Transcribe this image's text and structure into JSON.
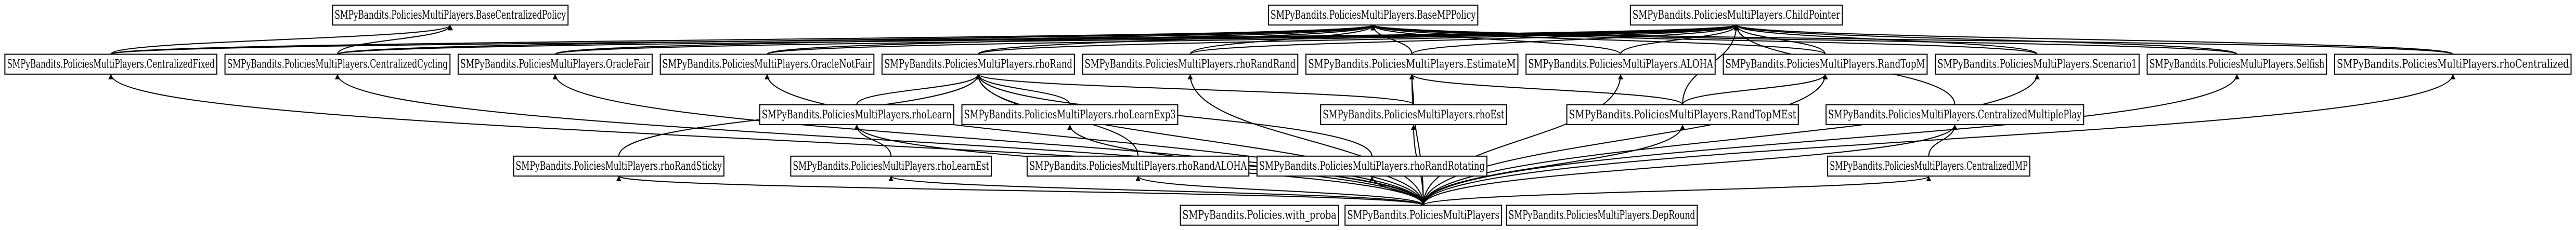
{
  "diagram": {
    "type": "inheritance-graph",
    "nodes": [
      {
        "id": "bcp",
        "label": "SMPyBandits.PoliciesMultiPlayers.BaseCentralizedPolicy"
      },
      {
        "id": "bmp",
        "label": "SMPyBandits.PoliciesMultiPlayers.BaseMPPolicy"
      },
      {
        "id": "cp",
        "label": "SMPyBandits.PoliciesMultiPlayers.ChildPointer"
      },
      {
        "id": "cfixed",
        "label": "SMPyBandits.PoliciesMultiPlayers.CentralizedFixed"
      },
      {
        "id": "ccyc",
        "label": "SMPyBandits.PoliciesMultiPlayers.CentralizedCycling"
      },
      {
        "id": "ofair",
        "label": "SMPyBandits.PoliciesMultiPlayers.OracleFair"
      },
      {
        "id": "onfair",
        "label": "SMPyBandits.PoliciesMultiPlayers.OracleNotFair"
      },
      {
        "id": "rrand",
        "label": "SMPyBandits.PoliciesMultiPlayers.rhoRand"
      },
      {
        "id": "rrrand",
        "label": "SMPyBandits.PoliciesMultiPlayers.rhoRandRand"
      },
      {
        "id": "estm",
        "label": "SMPyBandits.PoliciesMultiPlayers.EstimateM"
      },
      {
        "id": "aloha",
        "label": "SMPyBandits.PoliciesMultiPlayers.ALOHA"
      },
      {
        "id": "rtopm",
        "label": "SMPyBandits.PoliciesMultiPlayers.RandTopM"
      },
      {
        "id": "scen1",
        "label": "SMPyBandits.PoliciesMultiPlayers.Scenario1"
      },
      {
        "id": "selfish",
        "label": "SMPyBandits.PoliciesMultiPlayers.Selfish"
      },
      {
        "id": "rcent",
        "label": "SMPyBandits.PoliciesMultiPlayers.rhoCentralized"
      },
      {
        "id": "rlearn",
        "label": "SMPyBandits.PoliciesMultiPlayers.rhoLearn"
      },
      {
        "id": "rlexp3",
        "label": "SMPyBandits.PoliciesMultiPlayers.rhoLearnExp3"
      },
      {
        "id": "rest",
        "label": "SMPyBandits.PoliciesMultiPlayers.rhoEst"
      },
      {
        "id": "rtopmest",
        "label": "SMPyBandits.PoliciesMultiPlayers.RandTopMEst"
      },
      {
        "id": "cmp",
        "label": "SMPyBandits.PoliciesMultiPlayers.CentralizedMultiplePlay"
      },
      {
        "id": "rsticky",
        "label": "SMPyBandits.PoliciesMultiPlayers.rhoRandSticky"
      },
      {
        "id": "rlest",
        "label": "SMPyBandits.PoliciesMultiPlayers.rhoLearnEst"
      },
      {
        "id": "raloha",
        "label": "SMPyBandits.PoliciesMultiPlayers.rhoRandALOHA"
      },
      {
        "id": "rrot",
        "label": "SMPyBandits.PoliciesMultiPlayers.rhoRandRotating"
      },
      {
        "id": "cimp",
        "label": "SMPyBandits.PoliciesMultiPlayers.CentralizedIMP"
      },
      {
        "id": "wp",
        "label": "SMPyBandits.Policies.with_proba"
      },
      {
        "id": "pmp",
        "label": "SMPyBandits.PoliciesMultiPlayers"
      },
      {
        "id": "dep",
        "label": "SMPyBandits.PoliciesMultiPlayers.DepRound"
      }
    ],
    "edges": [
      [
        "cfixed",
        "bcp"
      ],
      [
        "ccyc",
        "bcp"
      ],
      [
        "cfixed",
        "bmp"
      ],
      [
        "ccyc",
        "bmp"
      ],
      [
        "ofair",
        "bmp"
      ],
      [
        "onfair",
        "bmp"
      ],
      [
        "rrand",
        "bmp"
      ],
      [
        "rrrand",
        "bmp"
      ],
      [
        "estm",
        "bmp"
      ],
      [
        "aloha",
        "bmp"
      ],
      [
        "rtopm",
        "bmp"
      ],
      [
        "scen1",
        "bmp"
      ],
      [
        "selfish",
        "bmp"
      ],
      [
        "rcent",
        "bmp"
      ],
      [
        "cfixed",
        "cp"
      ],
      [
        "ccyc",
        "cp"
      ],
      [
        "ofair",
        "cp"
      ],
      [
        "onfair",
        "cp"
      ],
      [
        "rrand",
        "cp"
      ],
      [
        "rrrand",
        "cp"
      ],
      [
        "estm",
        "cp"
      ],
      [
        "aloha",
        "cp"
      ],
      [
        "rtopm",
        "cp"
      ],
      [
        "scen1",
        "cp"
      ],
      [
        "selfish",
        "cp"
      ],
      [
        "rcent",
        "cp"
      ],
      [
        "rtopmest",
        "cp"
      ],
      [
        "cmp",
        "cp"
      ],
      [
        "rlearn",
        "rrand"
      ],
      [
        "rlexp3",
        "rrand"
      ],
      [
        "rest",
        "rrand"
      ],
      [
        "rsticky",
        "rrand"
      ],
      [
        "raloha",
        "rrand"
      ],
      [
        "rrot",
        "rrand"
      ],
      [
        "rest",
        "estm"
      ],
      [
        "rtopmest",
        "estm"
      ],
      [
        "rtopmest",
        "rtopm"
      ],
      [
        "rlest",
        "rlearn"
      ],
      [
        "cimp",
        "cmp"
      ],
      [
        "pmp",
        "cfixed"
      ],
      [
        "pmp",
        "ccyc"
      ],
      [
        "pmp",
        "ofair"
      ],
      [
        "pmp",
        "onfair"
      ],
      [
        "pmp",
        "rrand"
      ],
      [
        "pmp",
        "rrrand"
      ],
      [
        "pmp",
        "aloha"
      ],
      [
        "pmp",
        "rtopm"
      ],
      [
        "pmp",
        "scen1"
      ],
      [
        "pmp",
        "selfish"
      ],
      [
        "pmp",
        "rcent"
      ],
      [
        "pmp",
        "rlearn"
      ],
      [
        "pmp",
        "rlexp3"
      ],
      [
        "pmp",
        "rest"
      ],
      [
        "pmp",
        "rtopmest"
      ],
      [
        "pmp",
        "cmp"
      ],
      [
        "pmp",
        "rsticky"
      ],
      [
        "pmp",
        "rlest"
      ],
      [
        "pmp",
        "raloha"
      ],
      [
        "pmp",
        "rrot"
      ],
      [
        "pmp",
        "cimp"
      ],
      [
        "pmp",
        "estm"
      ]
    ]
  }
}
